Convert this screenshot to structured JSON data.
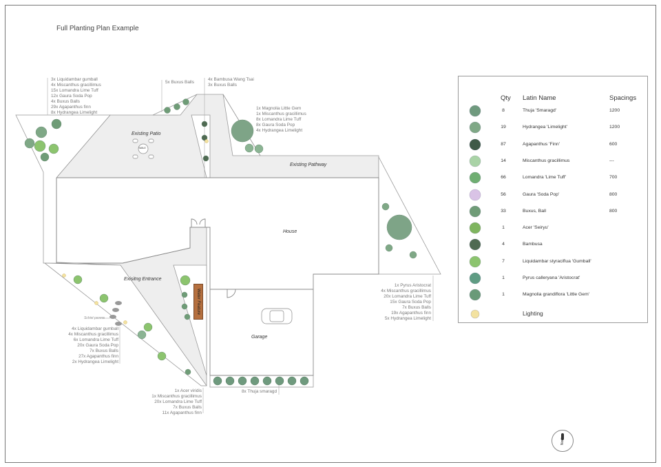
{
  "title": "Full Planting Plan Example",
  "areas": {
    "patio": "Existing Patio",
    "pathway": "Existing Pathway",
    "house": "House",
    "entrance": "Exisitng Entrance",
    "garage": "Garage",
    "water_feature": "Water Feature",
    "schist": "Schist pavers",
    "table": "TABLE"
  },
  "annotations": {
    "top_left": [
      "3x  Liquidambar gumball",
      "4x  Miscanthus gracillimus",
      "15x Lomandra Lime Tuff",
      "12x Gaura Soda Pop",
      "4x  Buxus Balls",
      "29x Agapanthus finn",
      "8x  Hydrangea Limelight"
    ],
    "top_mid": [
      "5x Buxus Balls"
    ],
    "top_bamboo": [
      "4x Bambusa Wang Tsai",
      "3x Buxus Balls"
    ],
    "magnolia": [
      "1x Magnolia Little Gem",
      "1x Miscanthus gracillimus",
      "8x Lomandra Lime Tuff",
      "8x Gaura Soda Pop",
      "4x Hydrangea Limelight"
    ],
    "right": [
      "1x Pyrus Aristocrat",
      "4x Miscanthus gracillimus",
      "20x Lomandra Lime Tuff",
      "15x Gaura Soda Pop",
      "7x Buxus Balls",
      "19x Agapanthus finn",
      "5x Hydrangea Limelight"
    ],
    "entrance": [
      "4x Liquidambar gumball",
      "4x Miscanthus gracillimus",
      "6x Lomandra Lime Tuff",
      "20x Gaura Soda Pop",
      "7x Buxus Balls",
      "27x Agapanthus finn",
      "2x Hydrangea Limelight"
    ],
    "bottom": [
      "1x Acer viridis",
      "1x Miscanthus gracillimus",
      "20x Lomandra Lime Tuff",
      "7x Buxus Balls",
      "11x Agapanthus finn"
    ],
    "thuja": [
      "8x Thuja smaragd"
    ]
  },
  "legend": {
    "headers": {
      "qty": "Qty",
      "name": "Latin Name",
      "spacing": "Spacings"
    },
    "rows": [
      {
        "icon": "thuja",
        "qty": "8",
        "name": "Thuja 'Smaragd'",
        "spacing": "1200",
        "color": "#6f9a7e"
      },
      {
        "icon": "hydrangea",
        "qty": "19",
        "name": "Hydrangea 'Limelight'",
        "spacing": "1200",
        "color": "#7fa886"
      },
      {
        "icon": "agapanthus",
        "qty": "87",
        "name": "Agapanthus 'Finn'",
        "spacing": "600",
        "color": "#3f5a48"
      },
      {
        "icon": "miscanthus",
        "qty": "14",
        "name": "Miscanthus gracillimus",
        "spacing": "---",
        "color": "#a9d3a6"
      },
      {
        "icon": "lomandra",
        "qty": "66",
        "name": "Lomandra 'Lime Tuff'",
        "spacing": "700",
        "color": "#6fae72"
      },
      {
        "icon": "gaura",
        "qty": "56",
        "name": "Gaura 'Soda Pop'",
        "spacing": "800",
        "color": "#d9c3e6"
      },
      {
        "icon": "buxus",
        "qty": "33",
        "name": "Buxus, Ball",
        "spacing": "800",
        "color": "#6f9c77"
      },
      {
        "icon": "acer",
        "qty": "1",
        "name": "Acer 'Seiryu'",
        "spacing": "",
        "color": "#7fb55f"
      },
      {
        "icon": "bambusa",
        "qty": "4",
        "name": "Bambusa",
        "spacing": "",
        "color": "#4f6a52"
      },
      {
        "icon": "liquidambar",
        "qty": "7",
        "name": "Liquidambar styraciflua 'Gumball'",
        "spacing": "",
        "color": "#8cc46e"
      },
      {
        "icon": "pyrus",
        "qty": "1",
        "name": "Pyrus calleryana 'Aristocrat'",
        "spacing": "",
        "color": "#5f9c83"
      },
      {
        "icon": "magnolia",
        "qty": "1",
        "name": "Magnolia grandiflora 'Little Gem'",
        "spacing": "",
        "color": "#6a9a78"
      },
      {
        "icon": "lighting",
        "qty": "",
        "name": "Lighting",
        "spacing": "",
        "color": "#f3e2a0"
      }
    ]
  },
  "north": "North"
}
